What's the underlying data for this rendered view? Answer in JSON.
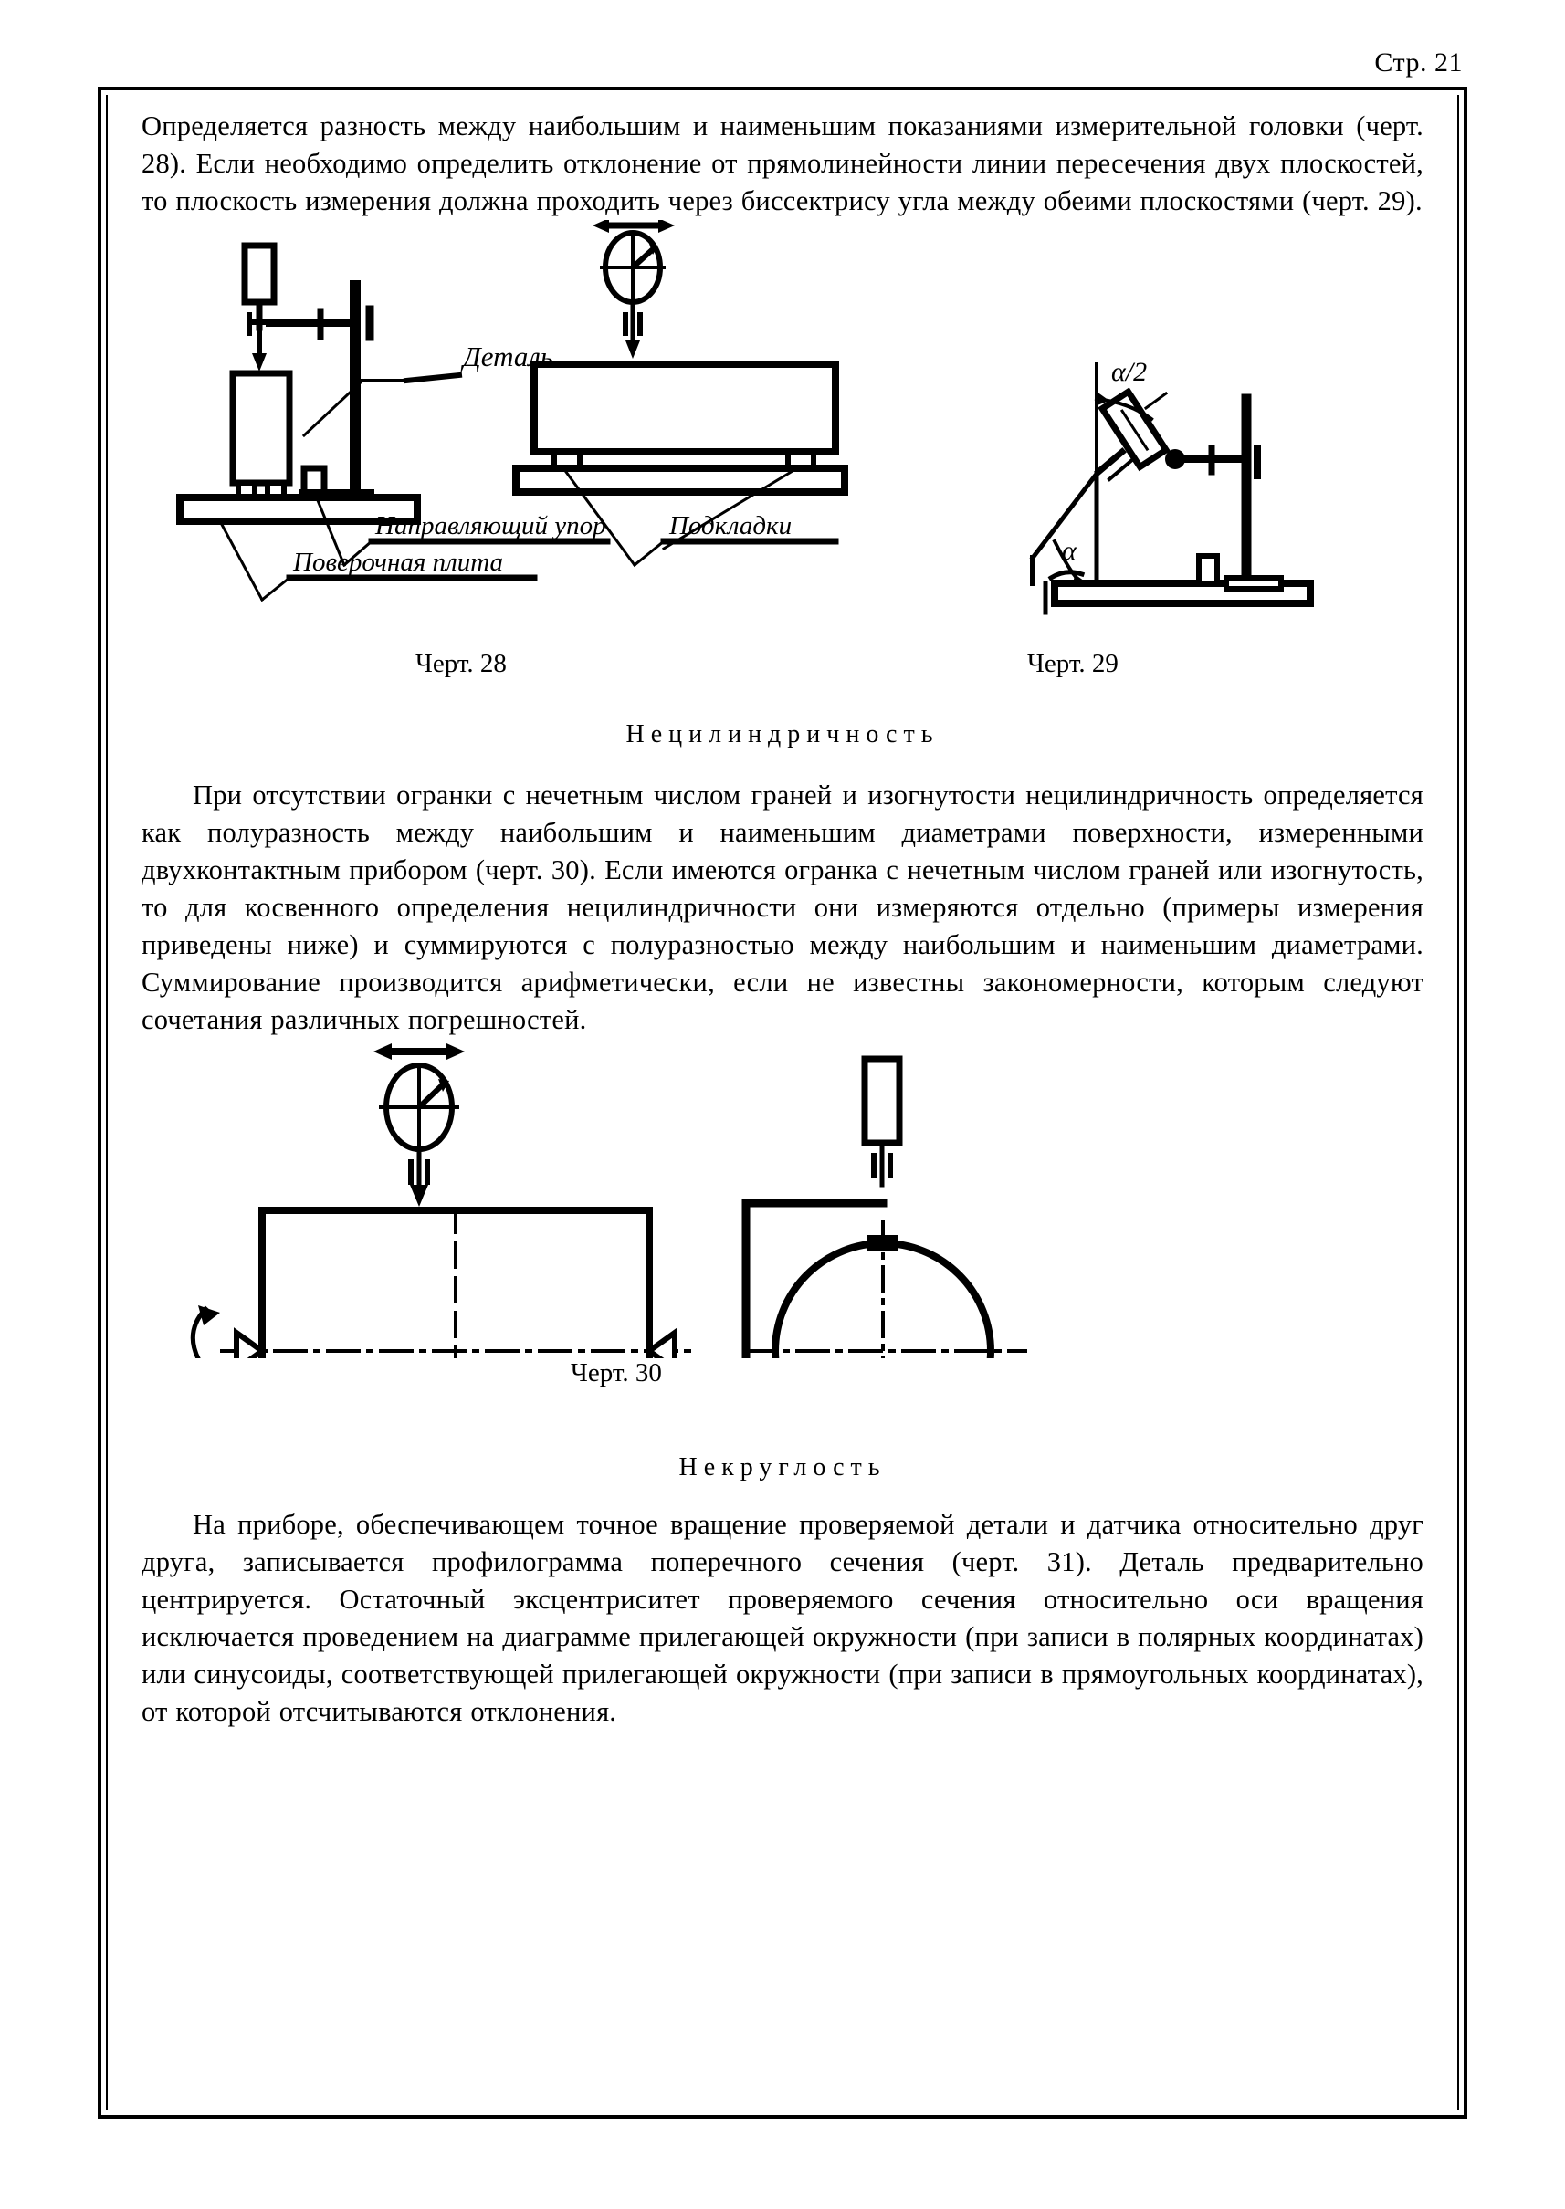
{
  "page": {
    "header_label": "Стр. 21"
  },
  "paragraphs": {
    "intro": "Определяется разность между наибольшим и наименьшим показаниями измерительной головки (черт. 28). Если необходимо определить отклонение от прямолинейности линии пересечения двух плоскостей, то плоскость измерения должна проходить через биссектрису угла между обеими плоскостями (черт. 29).",
    "noncylindricity": "При отсутствии огранки с нечетным числом граней и изогнутости нецилиндричность определяется как полуразность между наибольшим и наименьшим диаметрами поверхности, измеренными двухконтактным прибором (черт. 30). Если имеются огранка с нечетным числом граней или изогнутость, то для косвенного определения нецилиндричности они измеряются отдельно (примеры измерения приведены ниже) и суммируются с полуразностью между наибольшим и наименьшим диаметрами. Суммирование производится арифметически, если не известны закономерности, которым следуют сочетания различных погрешностей.",
    "nonroundness": "На приборе, обеспечивающем точное вращение проверяемой детали и датчика относительно друг друга, записывается профилограмма поперечного сечения (черт. 31). Деталь предварительно центрируется. Остаточный эксцентриситет проверяемого сечения относительно оси вращения исключается проведением на диаграмме прилегающей окружности (при записи в полярных координатах) или синусоиды, соответствующей прилегающей окружности (при записи в прямоугольных координатах), от которой отсчитываются отклонения."
  },
  "headings": {
    "noncylindricity": "Нецилиндричность",
    "nonroundness": "Некруглость"
  },
  "figures": {
    "fig28": {
      "caption": "Черт. 28",
      "labels": {
        "detail": "Деталь",
        "guide_stop": "Направляющий упор",
        "shims": "Подкладки",
        "surface_plate": "Поверочная плита"
      }
    },
    "fig29": {
      "caption": "Черт. 29",
      "labels": {
        "half_angle": "α/2",
        "angle": "α"
      }
    },
    "fig30": {
      "caption": "Черт. 30",
      "labels": {}
    }
  }
}
